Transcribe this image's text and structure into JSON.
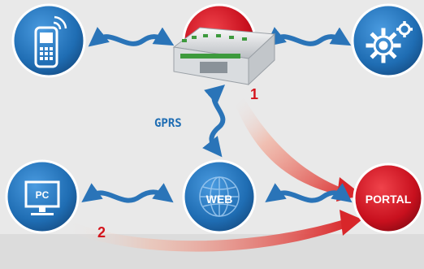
{
  "diagram": {
    "nodes": {
      "phone": {
        "label": "",
        "icon": "mobile-phone-icon"
      },
      "controller": {
        "label": "",
        "icon": "din-rail-controller-icon"
      },
      "settings": {
        "label": "",
        "icon": "gear-settings-icon"
      },
      "pc": {
        "label": "PC",
        "icon": "computer-monitor-icon"
      },
      "web": {
        "label": "WEB",
        "icon": "globe-icon"
      },
      "portal": {
        "label": "PORTAL"
      }
    },
    "gprs_label": "GPRS",
    "path_labels": {
      "one": "1",
      "two": "2"
    },
    "colors": {
      "node_blue": "#1f6db3",
      "node_red": "#c8101e",
      "arrow_blue": "#2a74b8",
      "path_red": "#d8262a",
      "label_red": "#d4141c",
      "background": "#e9e9e9"
    }
  }
}
